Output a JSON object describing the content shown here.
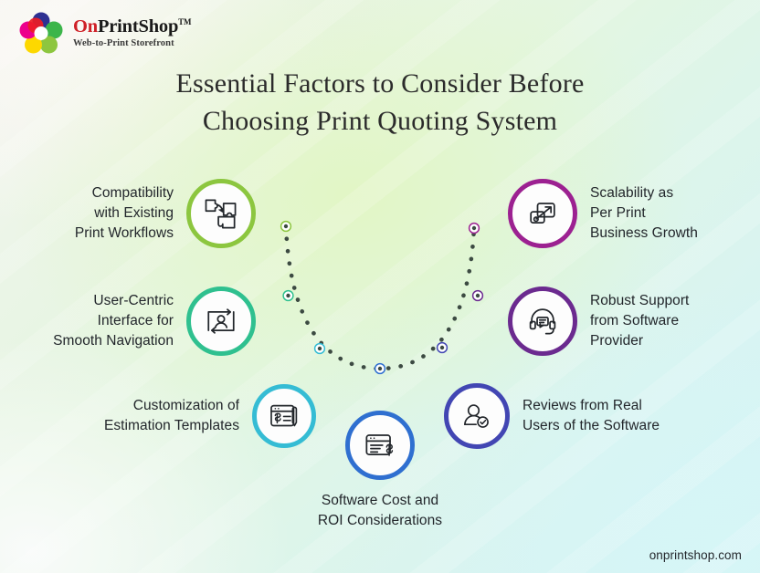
{
  "brand": {
    "name_part1": "On",
    "name_part2": "PrintShop",
    "trademark": "TM",
    "tagline": "Web-to-Print Storefront",
    "logo_icon": "colored-flower-logo"
  },
  "title": {
    "line1": "Essential Factors to Consider Before",
    "line2": "Choosing Print Quoting System"
  },
  "footer": {
    "website": "onprintshop.com"
  },
  "colors": {
    "compatibility": "#8cc63f",
    "user_centric": "#2fc08f",
    "customization": "#35bcd4",
    "software_cost": "#2f6fd0",
    "reviews": "#4246b3",
    "robust_support": "#6b2a8f",
    "scalability": "#9c2191",
    "arc_dot": "#3c4a42",
    "title_text": "#2b2b2b",
    "label_text": "#22262b",
    "brand_red": "#cf2027"
  },
  "items": [
    {
      "id": "compatibility",
      "label": "Compatibility\nwith Existing\nPrint Workflows",
      "icon": "puzzle-pieces-icon",
      "ring_color": "#8cc63f",
      "side": "left"
    },
    {
      "id": "user-centric",
      "label": "User-Centric\nInterface for\nSmooth Navigation",
      "icon": "user-interface-icon",
      "ring_color": "#2fc08f",
      "side": "left"
    },
    {
      "id": "customization",
      "label": "Customization of\nEstimation Templates",
      "icon": "invoice-pen-icon",
      "ring_color": "#35bcd4",
      "side": "left"
    },
    {
      "id": "software-cost",
      "label": "Software Cost and\nROI Considerations",
      "icon": "browser-dollar-icon",
      "ring_color": "#2f6fd0",
      "side": "below"
    },
    {
      "id": "reviews",
      "label": "Reviews from Real\nUsers of the Software",
      "icon": "user-verified-icon",
      "ring_color": "#4246b3",
      "side": "right"
    },
    {
      "id": "robust-support",
      "label": "Robust Support\nfrom Software\nProvider",
      "icon": "headset-support-icon",
      "ring_color": "#6b2a8f",
      "side": "right"
    },
    {
      "id": "scalability",
      "label": "Scalability as\nPer Print\nBusiness Growth",
      "icon": "scale-arrow-icon",
      "ring_color": "#9c2191",
      "side": "right"
    }
  ]
}
